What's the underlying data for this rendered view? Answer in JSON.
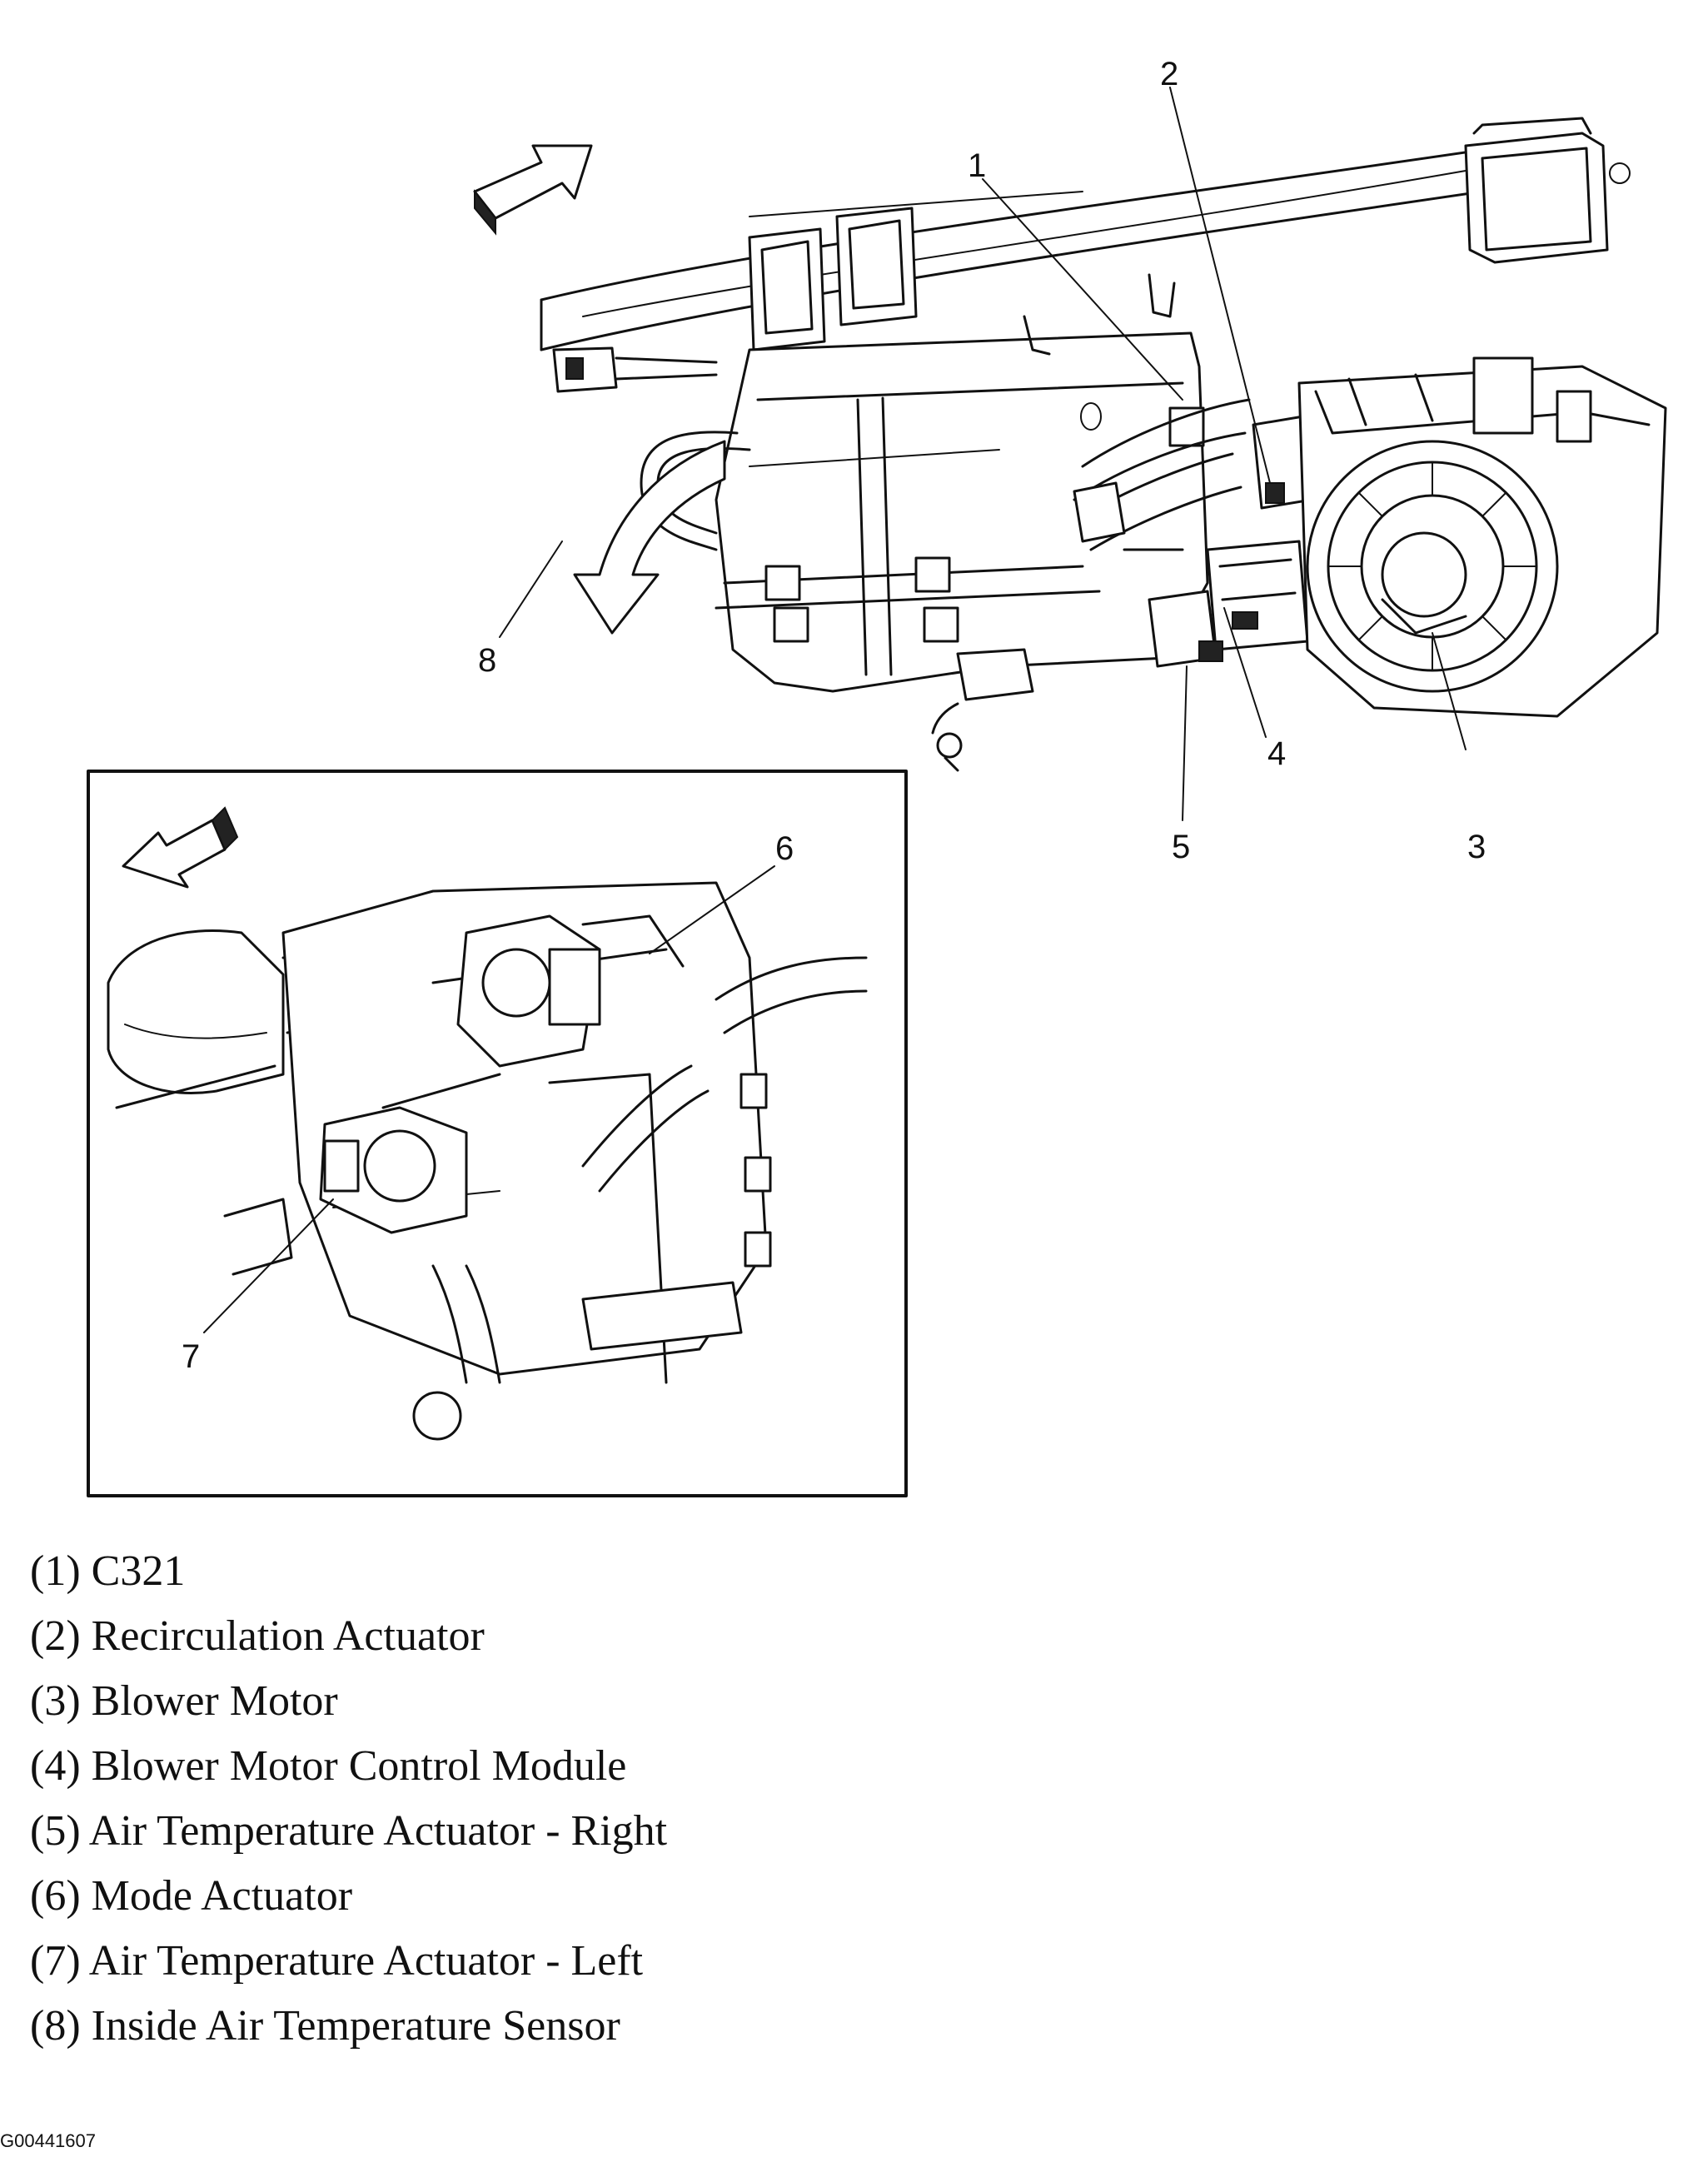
{
  "callouts": [
    "1",
    "2",
    "3",
    "4",
    "5",
    "6",
    "7",
    "8"
  ],
  "legend": [
    {
      "number": "(1)",
      "text": "C321"
    },
    {
      "number": "(2)",
      "text": "Recirculation Actuator"
    },
    {
      "number": "(3)",
      "text": "Blower Motor"
    },
    {
      "number": "(4)",
      "text": "Blower Motor Control Module"
    },
    {
      "number": "(5)",
      "text": "Air Temperature Actuator - Right"
    },
    {
      "number": "(6)",
      "text": "Mode Actuator"
    },
    {
      "number": "(7)",
      "text": "Air Temperature Actuator - Left"
    },
    {
      "number": "(8)",
      "text": "Inside Air Temperature Sensor"
    }
  ],
  "figure_id": "G00441607"
}
